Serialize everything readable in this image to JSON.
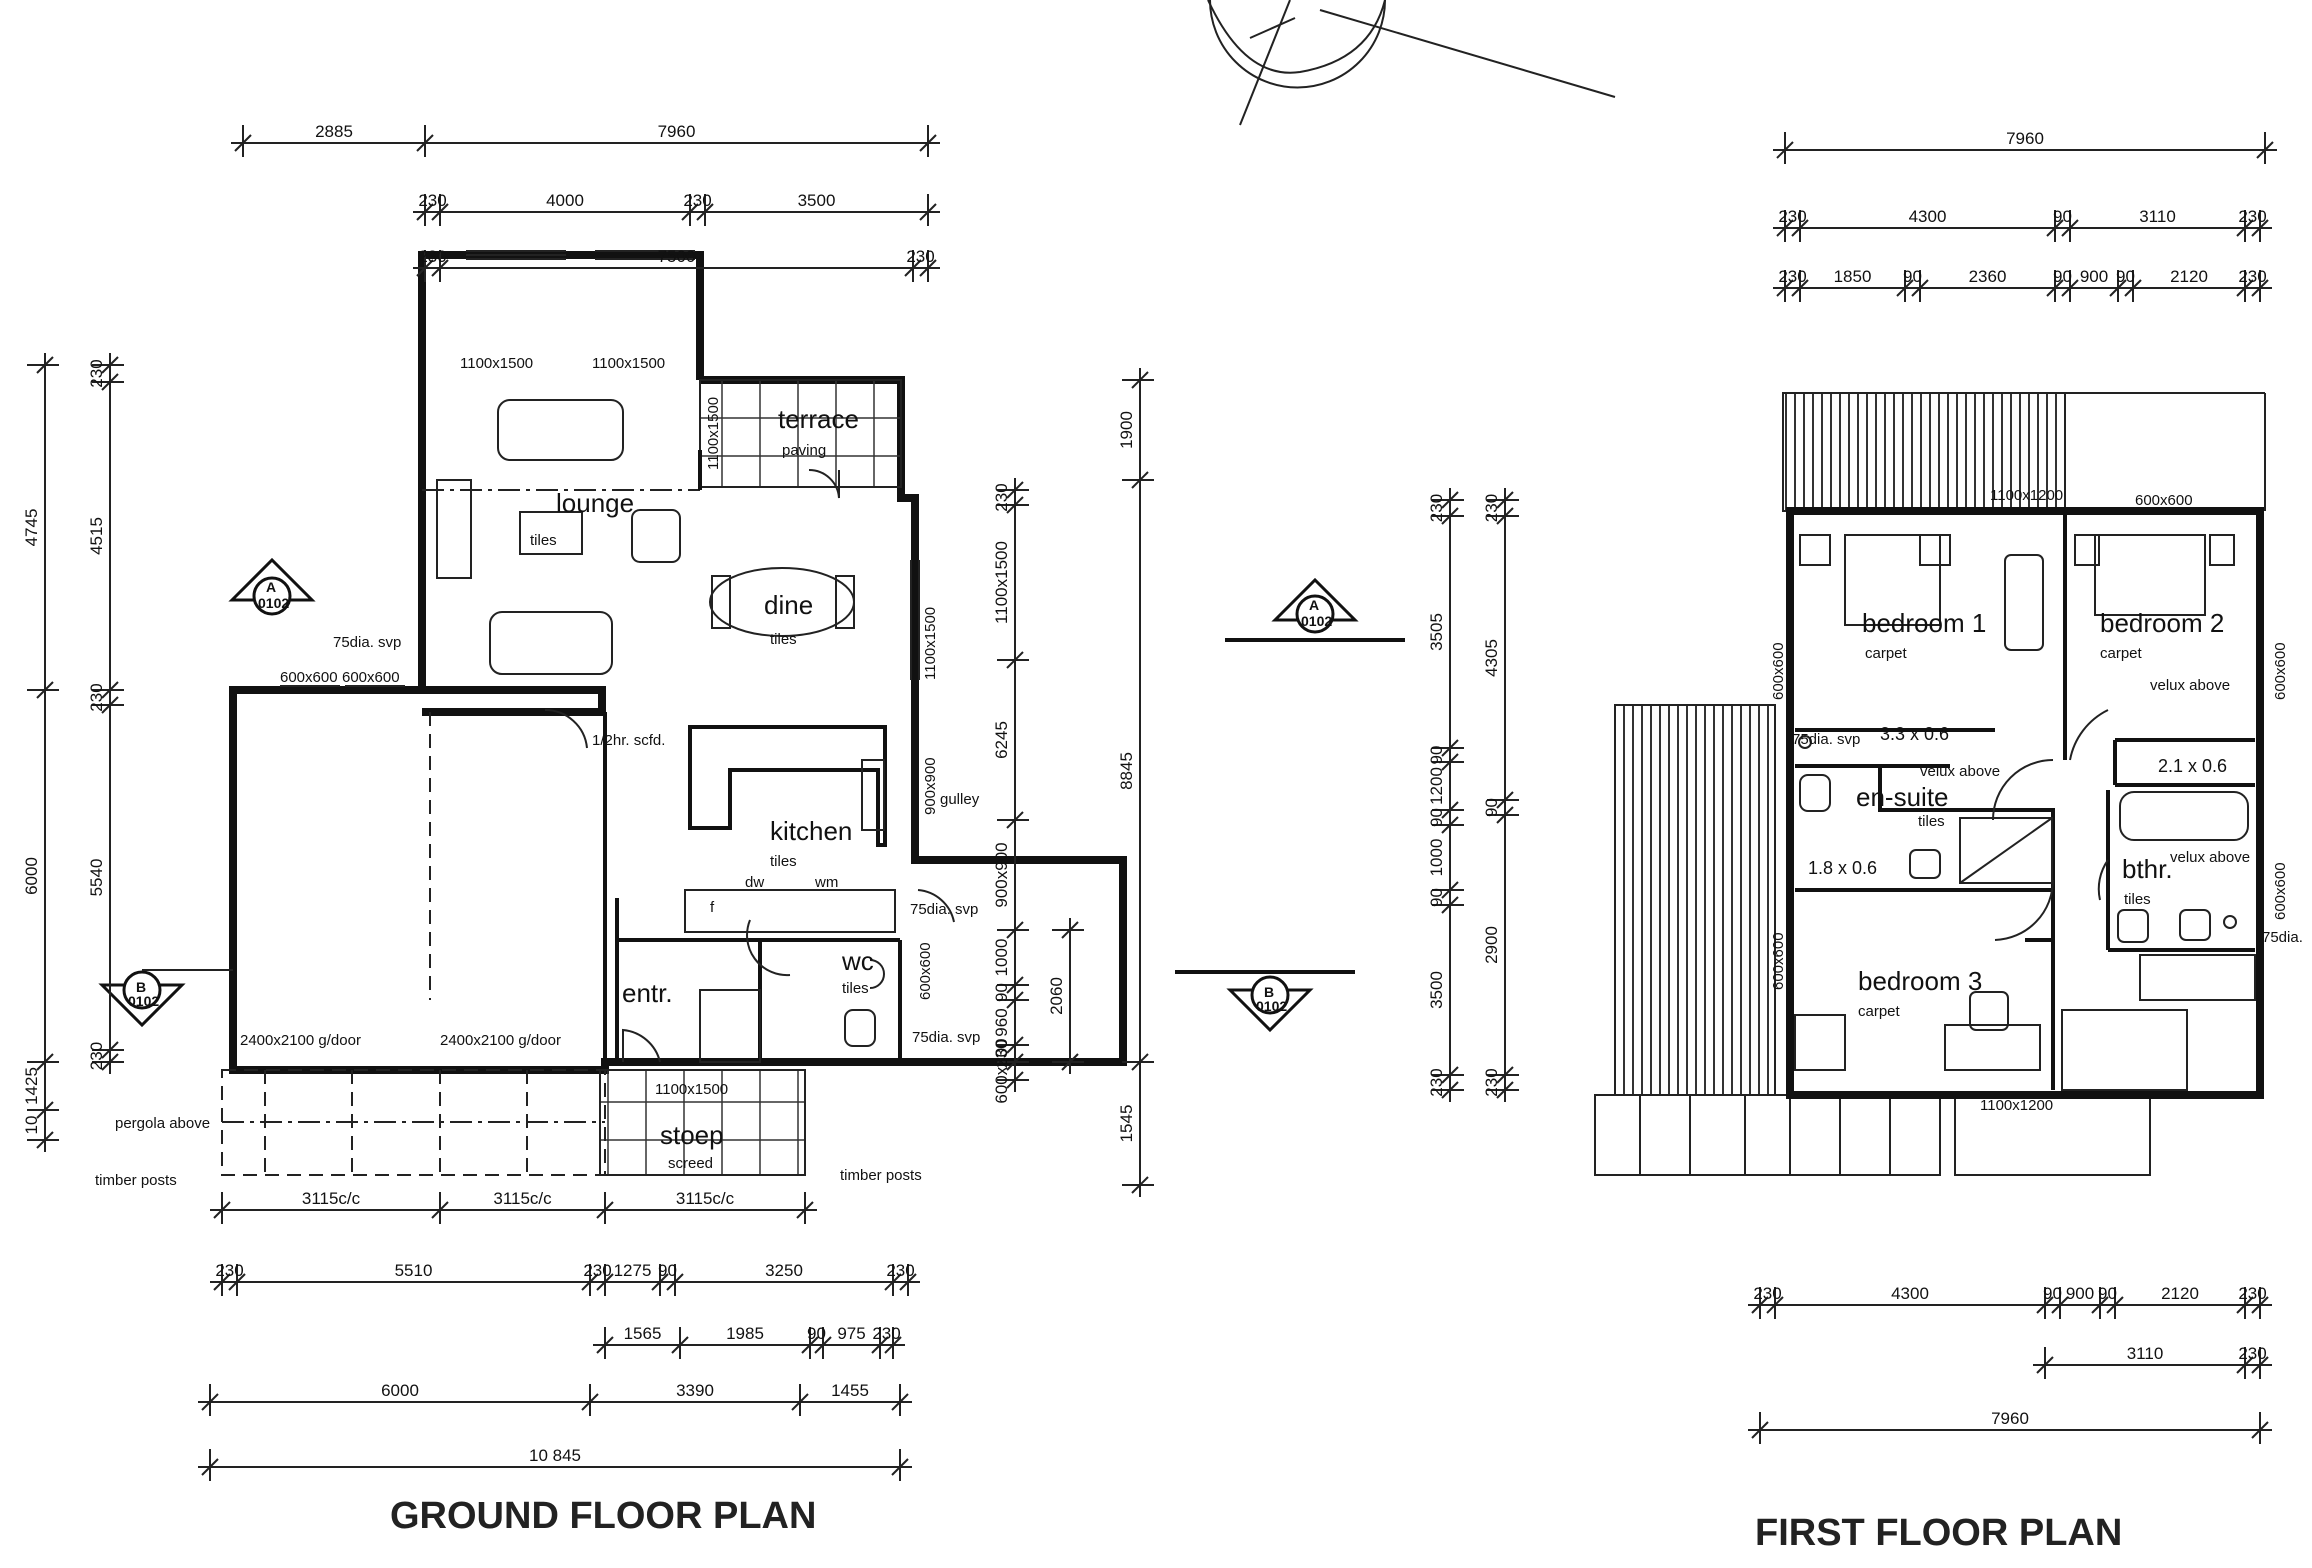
{
  "titles": {
    "ground": "GROUND FLOOR PLAN",
    "first": "FIRST FLOOR PLAN"
  },
  "ground_rooms": {
    "lounge": "lounge",
    "lounge_finish": "tiles",
    "dine": "dine",
    "dine_finish": "tiles",
    "terrace": "terrace",
    "terrace_finish": "paving",
    "kitchen": "kitchen",
    "kitchen_finish": "tiles",
    "wc": "wc",
    "wc_finish": "tiles",
    "entr": "entr.",
    "stoep": "stoep",
    "stoep_finish": "screed"
  },
  "ground_labels": {
    "win_lounge_1": "1100x1500",
    "win_lounge_2": "1100x1500",
    "win_terrace": "1100x1500",
    "win_dine_side": "1100x1500",
    "win_garage_1": "600x600",
    "win_garage_2": "600x600",
    "win_kitchen": "900x900",
    "win_wc": "600x600",
    "win_stoep": "1100x1500",
    "svp_lounge": "75dia. svp",
    "svp_kitchen": "75dia. svp",
    "svp_wc": "75dia. svp",
    "gulley": "gulley",
    "cupboard": "1/2hr. scfd.",
    "garage_door_1": "2400x2100 g/door",
    "garage_door_2": "2400x2100 g/door",
    "pergola": "pergola above",
    "timber_left": "timber posts",
    "timber_right": "timber posts",
    "appliance_f": "f",
    "appliance_dw": "dw",
    "appliance_wm": "wm"
  },
  "first_rooms": {
    "bedroom1": "bedroom 1",
    "bedroom1_finish": "carpet",
    "bedroom2": "bedroom 2",
    "bedroom2_finish": "carpet",
    "bedroom3": "bedroom 3",
    "bedroom3_finish": "carpet",
    "ensuite": "en-suite",
    "ensuite_finish": "tiles",
    "bthr": "bthr.",
    "bthr_finish": "tiles"
  },
  "first_labels": {
    "win_bed1_top": "1100x1200",
    "win_bed2_top": "600x600",
    "win_bed1_side": "600x600",
    "win_bed2_side": "600x600",
    "win_bed3_side": "600x600",
    "win_bth_side": "600x600",
    "win_bed3_bottom": "1100x1200",
    "velux_bed2": "velux above",
    "velux_ensuite": "velux above",
    "velux_bth": "velux above",
    "svp_first": "75dia. svp",
    "svp_bth": "75dia.",
    "cupboard_1": "3.3 x 0.6",
    "cupboard_2": "2.1 x 0.6",
    "cupboard_3": "1.8 x 0.6"
  },
  "section_marker": "A",
  "section_marker_b": "B",
  "section_sheet": "0102",
  "dims_ground": {
    "top_row1": [
      "2885",
      "7960"
    ],
    "top_row2": [
      "230",
      "4000",
      "230",
      "3500"
    ],
    "top_row3": [
      "230",
      "7500",
      "230"
    ],
    "bottom_row0": [
      "3115c/c",
      "3115c/c",
      "3115c/c"
    ],
    "bottom_row1": [
      "230",
      "5510",
      "230",
      "1275",
      "90",
      "3250",
      "230"
    ],
    "bottom_row2": [
      "1565",
      "1985",
      "90",
      "975",
      "230"
    ],
    "bottom_row3": [
      "6000",
      "3390",
      "1455"
    ],
    "bottom_row4": "10 845",
    "left_outer": [
      "4745",
      "6000",
      "1425",
      "10"
    ],
    "left_inner": [
      "230",
      "4515",
      "230",
      "5540",
      "230"
    ],
    "right_inner": [
      "230",
      "1100x1500",
      "6245",
      "900x900",
      "1000",
      "90",
      "960",
      "230",
      "600x600"
    ],
    "right_extra": [
      "2060"
    ],
    "right_outer": [
      "1900",
      "8845",
      "1545"
    ]
  },
  "dims_first": {
    "top_row1": "7960",
    "top_row2": [
      "230",
      "4300",
      "90",
      "3110",
      "230"
    ],
    "top_row3": [
      "230",
      "1850",
      "90",
      "2360",
      "90",
      "900",
      "90",
      "2120",
      "230"
    ],
    "bottom_row1": [
      "230",
      "4300",
      "90",
      "900",
      "90",
      "2120",
      "230"
    ],
    "bottom_row2": [
      "3110",
      "230"
    ],
    "bottom_row3": "7960",
    "left_inner": [
      "230",
      "3505",
      "90",
      "1200",
      "90",
      "1000",
      "90",
      "3500",
      "230"
    ],
    "left_outer": [
      "230",
      "4305",
      "90",
      "2900",
      "230"
    ]
  }
}
